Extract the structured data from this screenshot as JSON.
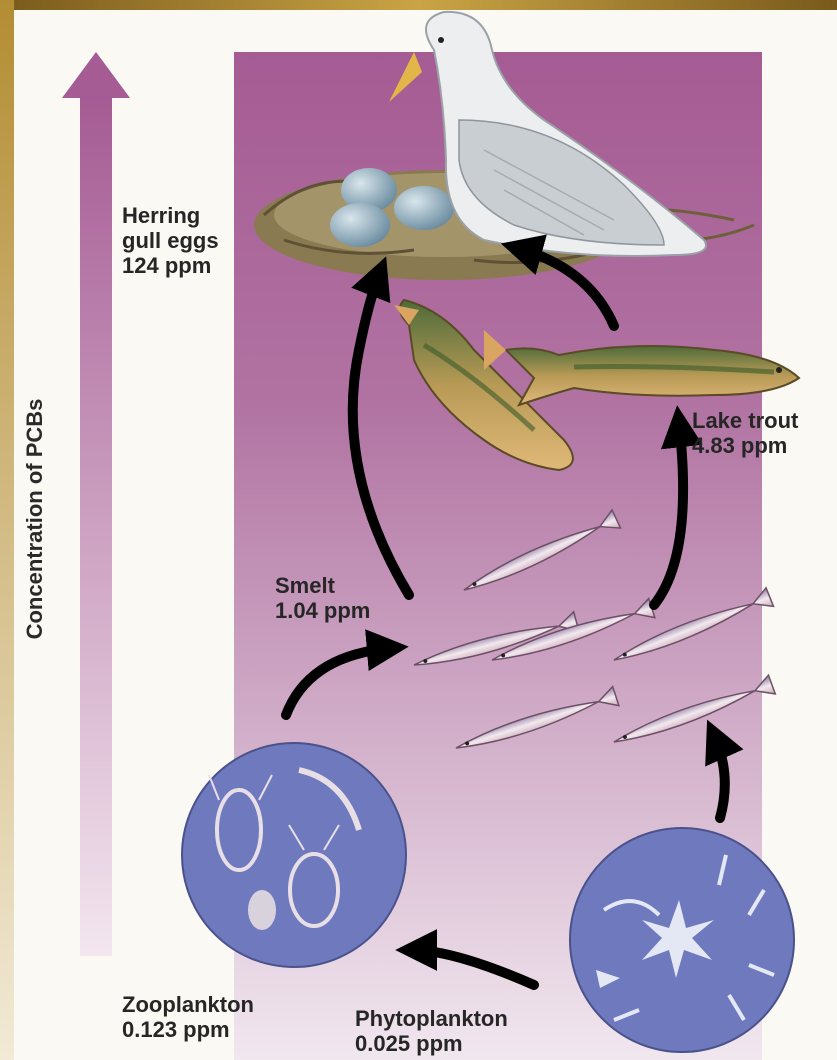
{
  "axis": {
    "label": "Concentration of PCBs"
  },
  "organisms": {
    "herring_gull_eggs": {
      "name_line1": "Herring",
      "name_line2": "gull eggs",
      "value": "124 ppm"
    },
    "lake_trout": {
      "name": "Lake trout",
      "value": "4.83 ppm"
    },
    "smelt": {
      "name": "Smelt",
      "value": "1.04 ppm"
    },
    "zooplankton": {
      "name": "Zooplankton",
      "value": "0.123 ppm"
    },
    "phytoplankton": {
      "name": "Phytoplankton",
      "value": "0.025 ppm"
    }
  },
  "colors": {
    "axis_arrow": "#a55b93",
    "panel_top": "#a55b93",
    "panel_bottom": "#f1e7ef",
    "plankton_circle": "#6f79bd",
    "flow_arrows": "#000000"
  }
}
